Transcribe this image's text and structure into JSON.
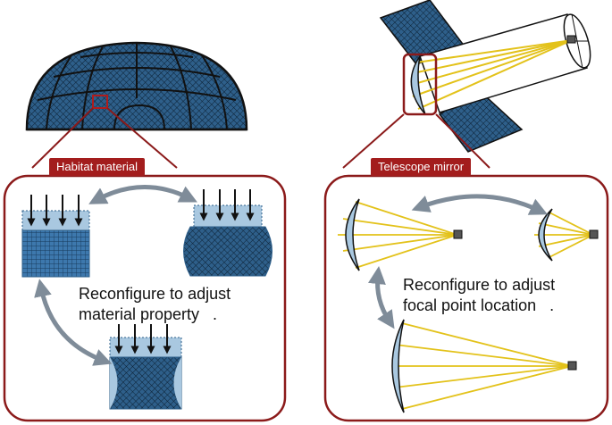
{
  "left_panel": {
    "title": "Habitat material",
    "caption_line1": "Reconfigure to adjust",
    "caption_line2": "material property   ."
  },
  "right_panel": {
    "title": "Telescope mirror",
    "caption_line1": "Reconfigure to adjust",
    "caption_line2": "focal point location   ."
  },
  "colors": {
    "frame": "#8b1a1a",
    "tag": "#a31d1d",
    "grid_fill": "#2e5f8a",
    "light_blue": "#a9c8e0",
    "arrow_gray": "#7f8c99",
    "ray": "#e3c21a"
  }
}
